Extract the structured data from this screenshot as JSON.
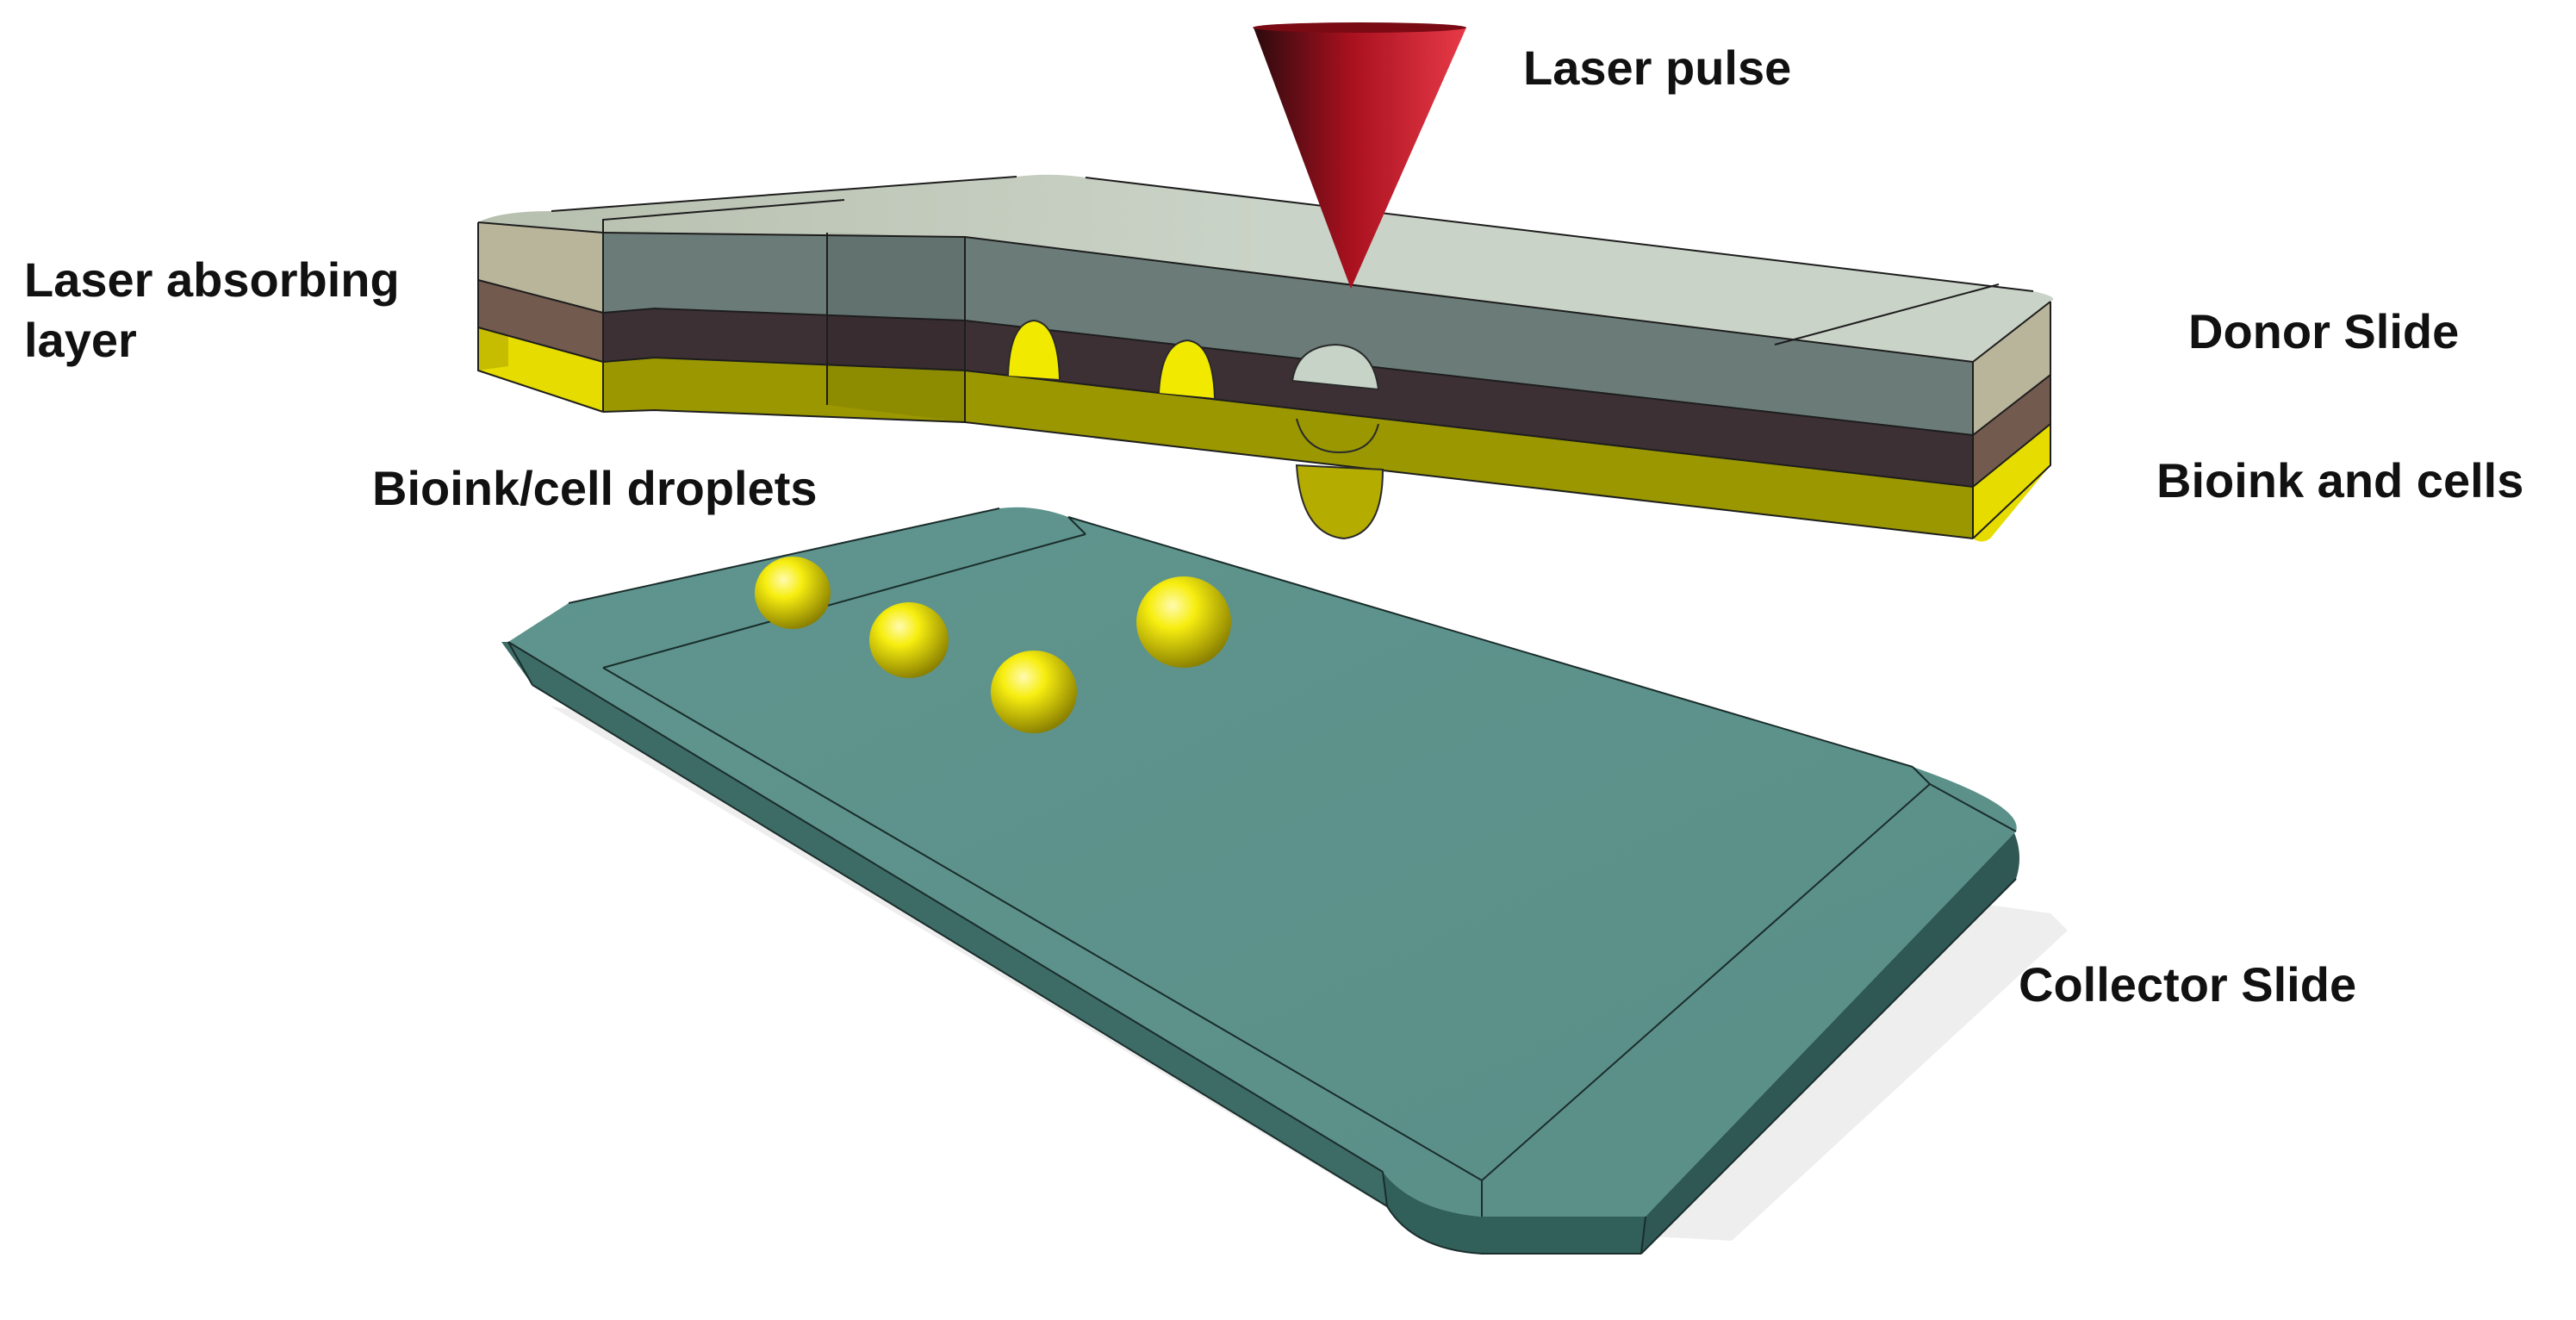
{
  "labels": {
    "laser_pulse": "Laser pulse",
    "laser_absorbing_line1": "Laser absorbing",
    "laser_absorbing_line2": "layer",
    "donor_slide": "Donor Slide",
    "bioink_droplets": "Bioink/cell droplets",
    "bioink_cells": "Bioink and cells",
    "collector_slide": "Collector Slide"
  },
  "colors": {
    "glass_top": "#c5d0c4",
    "glass_side": "#6b7c78",
    "glass_end": "#b9b59a",
    "absorbing_layer": "#3d3035",
    "absorbing_end": "#725a4e",
    "bioink_side": "#9a9700",
    "bioink_end": "#e6dc00",
    "collector_top": "#5b918a",
    "collector_side": "#3d6b66",
    "droplet": "#f2e900",
    "laser": "#a8101e"
  },
  "droplets_on_collector": 4
}
